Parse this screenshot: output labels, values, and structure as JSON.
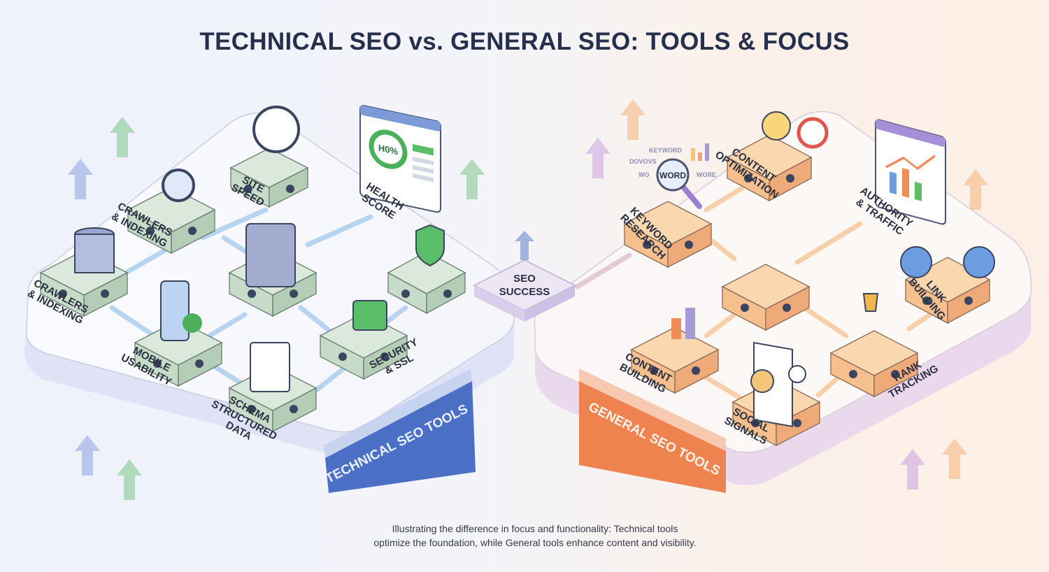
{
  "title": "TECHNICAL SEO vs. GENERAL SEO: TOOLS & FOCUS",
  "center": {
    "line1": "SEO",
    "line2": "SUCCESS"
  },
  "technical": {
    "banner": "TECHNICAL SEO TOOLS",
    "color": "#4a6fc4",
    "nodes": {
      "crawlers_top": [
        "CRAWLERS",
        "& INDEXING"
      ],
      "site_speed": [
        "SITE",
        "SPEED"
      ],
      "health_score": [
        "HEALTH",
        "SCORE"
      ],
      "health_value": "H0%",
      "crawlers_left": [
        "CRAWLERS",
        "& INDEXING"
      ],
      "mobile": [
        "MOBILE",
        "USABILITY"
      ],
      "schema": [
        "SCHEMA",
        "STRUCTURED",
        "DATA"
      ],
      "security": [
        "SECURITY",
        "& SSL"
      ]
    }
  },
  "general": {
    "banner": "GENERAL SEO TOOLS",
    "color": "#ee8350",
    "nodes": {
      "keyword": [
        "KEYWORD",
        "RESEARCH"
      ],
      "keyword_words": [
        "KEYWORD",
        "DOVOVS",
        "WO",
        "WORD",
        "WORE"
      ],
      "content_opt": [
        "CONTENT",
        "OPTIMIZATION"
      ],
      "authority": [
        "AUTHORITY",
        "& TRAFFIC"
      ],
      "link": [
        "LINK",
        "BUILDING"
      ],
      "content_building": [
        "CONTENT",
        "BUILDING"
      ],
      "social": [
        "SOCIAL",
        "SIGNALS"
      ],
      "rank": [
        "RANK",
        "TRACKING"
      ]
    }
  },
  "caption": {
    "line1": "Illustrating the difference in focus and functionality: Technical tools",
    "line2": "optimize the foundation, while General tools enhance content and visibility."
  }
}
